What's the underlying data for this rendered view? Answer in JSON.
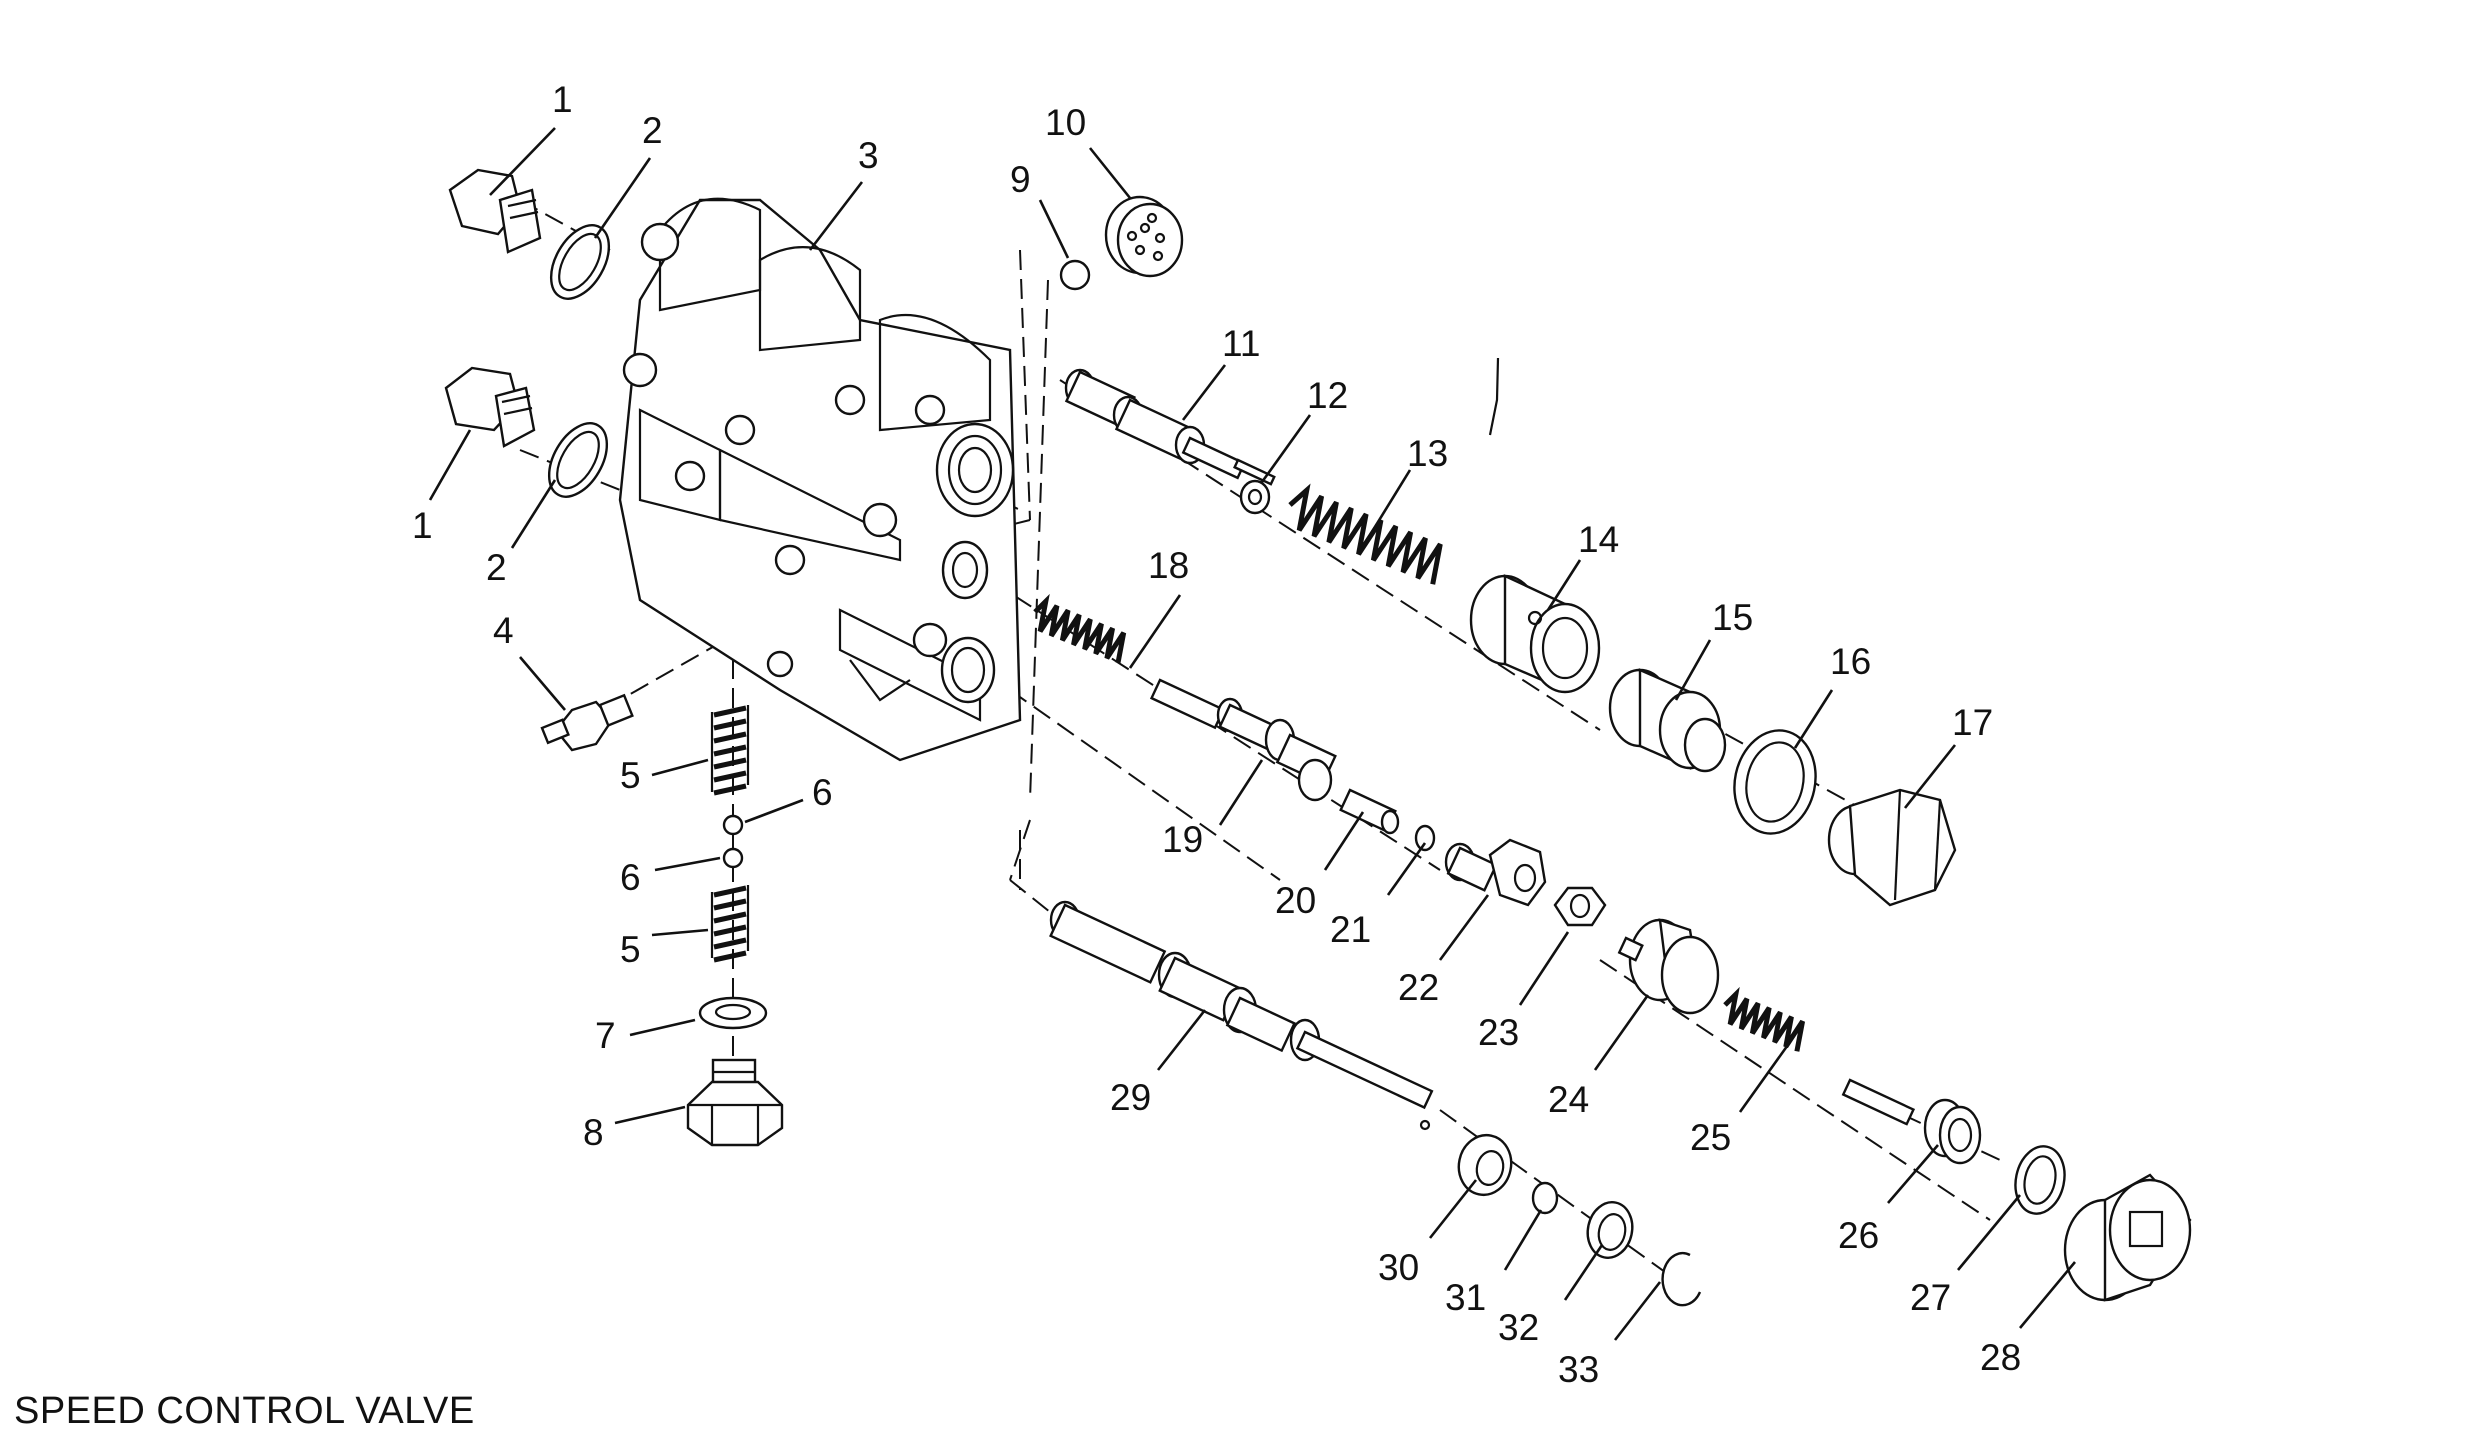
{
  "title": "SPEED CONTROL VALVE",
  "callouts": [
    "1",
    "1",
    "2",
    "2",
    "3",
    "4",
    "5",
    "5",
    "6",
    "6",
    "7",
    "8",
    "9",
    "10",
    "11",
    "12",
    "13",
    "14",
    "15",
    "16",
    "17",
    "18",
    "19",
    "20",
    "21",
    "22",
    "23",
    "24",
    "25",
    "26",
    "27",
    "28",
    "29",
    "30",
    "31",
    "32",
    "33"
  ]
}
